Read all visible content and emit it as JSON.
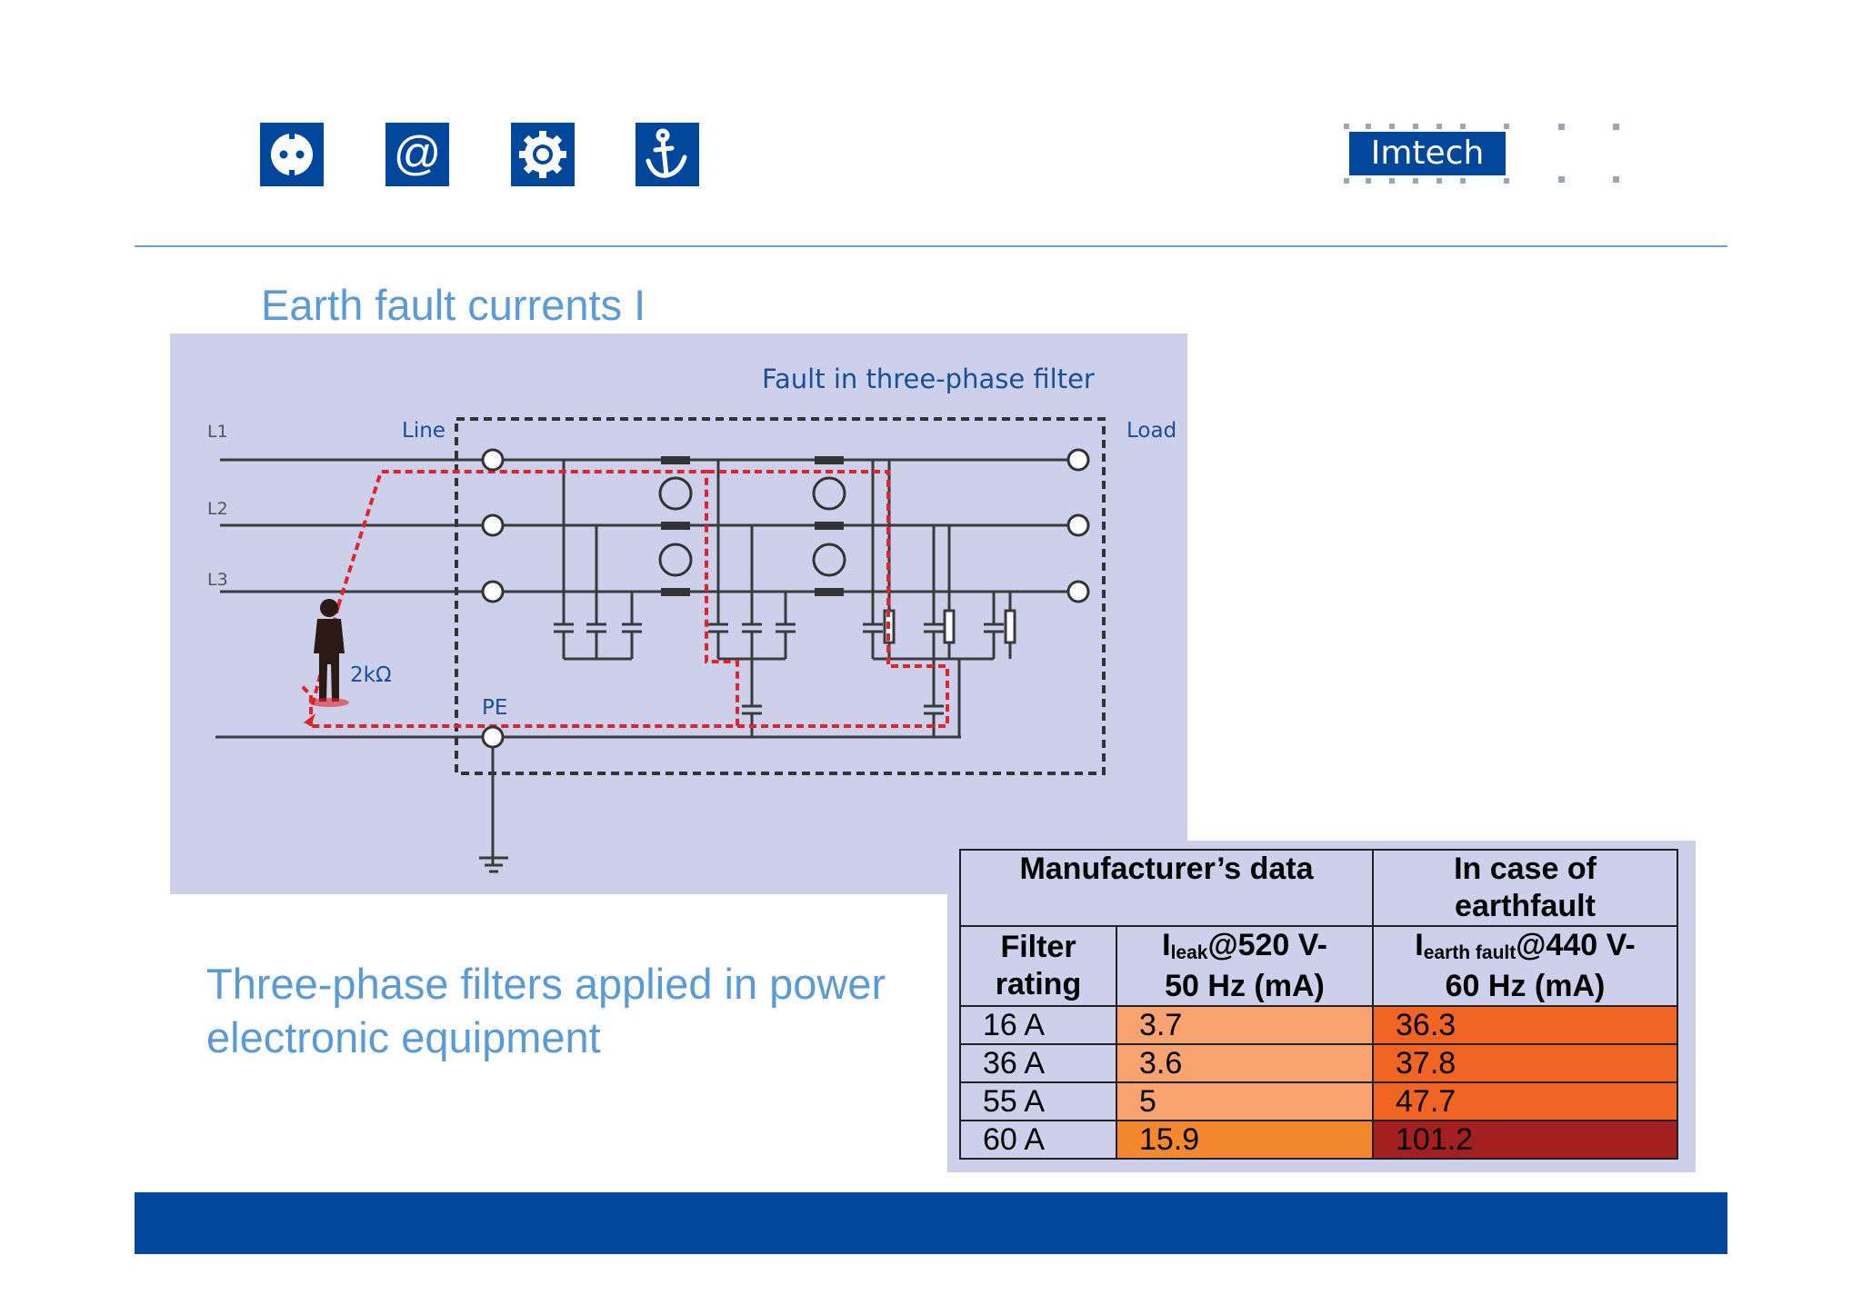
{
  "header": {
    "icons": [
      "power-socket-icon",
      "at-sign-icon",
      "gear-icon",
      "anchor-icon"
    ],
    "logo_text": "Imtech"
  },
  "slide": {
    "title": "Earth fault currents I",
    "subtitle_line1": "Three-phase filters applied in power",
    "subtitle_line2": "electronic equipment"
  },
  "diagram": {
    "heading": "Fault in three-phase filter",
    "labels": {
      "l1": "L1",
      "l2": "L2",
      "l3": "L3",
      "line": "Line",
      "load": "Load",
      "pe": "PE",
      "resistance": "2kΩ"
    }
  },
  "table": {
    "header_left": "Manufacturer’s data",
    "header_right_1": "In case of",
    "header_right_2": "earthfault",
    "col1_1": "Filter",
    "col1_2": "rating",
    "col2_base": "I",
    "col2_sub": "leak",
    "col2_rest": "@520 V-",
    "col2_line2": "50 Hz (mA)",
    "col3_base": "I",
    "col3_sub": "earth fault",
    "col3_rest": "@440 V-",
    "col3_line2": "60 Hz (mA)",
    "rows": [
      {
        "rating": "16 A",
        "leak": "3.7",
        "earth": "36.3"
      },
      {
        "rating": "36 A",
        "leak": "3.6",
        "earth": "37.8"
      },
      {
        "rating": "55 A",
        "leak": "5",
        "earth": "47.7"
      },
      {
        "rating": "60 A",
        "leak": "15.9",
        "earth": "101.2"
      }
    ]
  },
  "colors": {
    "brand_blue": "#00479b",
    "title_blue": "#5b9bd5",
    "panel": "#cdd0ea",
    "fault_path": "#e3232b",
    "cell_light": "#f8a370",
    "cell_orange": "#f26423",
    "cell_dark": "#a42020"
  }
}
